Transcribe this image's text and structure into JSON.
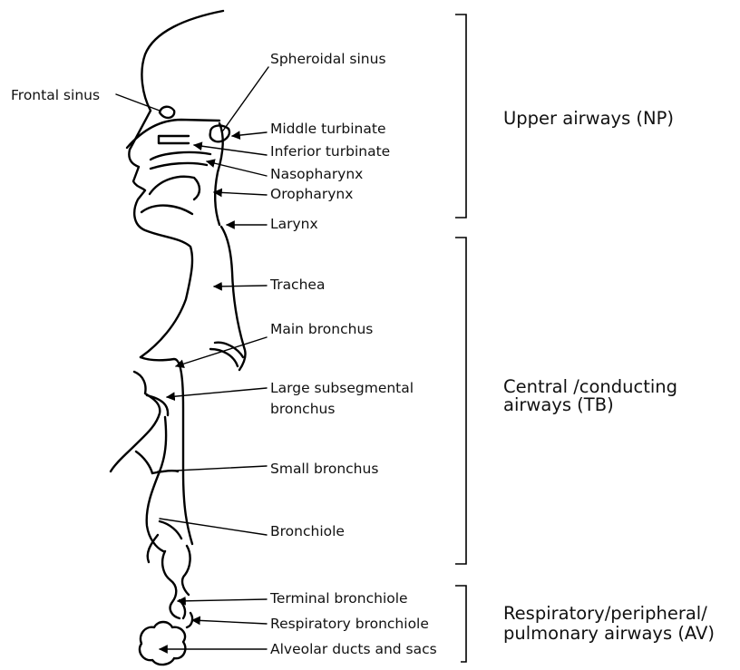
{
  "labels": {
    "spheroidal_sinus": "Spheroidal sinus",
    "frontal_sinus": "Frontal sinus",
    "middle_turbinate": "Middle turbinate",
    "inferior_turbinate": "Inferior turbinate",
    "nasopharynx": "Nasopharynx",
    "oropharynx": "Oropharynx",
    "larynx": "Larynx",
    "trachea": "Trachea",
    "main_bronchus": "Main bronchus",
    "large_subsegmental_bronchus_1": "Large subsegmental",
    "large_subsegmental_bronchus_2": "bronchus",
    "small_bronchus": "Small bronchus",
    "bronchiole": "Bronchiole",
    "terminal_bronchiole": "Terminal bronchiole",
    "respiratory_bronchiole": "Respiratory bronchiole",
    "alveolar_ducts_and_sacs": "Alveolar ducts and sacs"
  },
  "groups": {
    "upper": "Upper airways (NP)",
    "central_1": "Central /conducting",
    "central_2": "airways (TB)",
    "respiratory_1": "Respiratory/peripheral/",
    "respiratory_2": "pulmonary airways (AV)"
  }
}
